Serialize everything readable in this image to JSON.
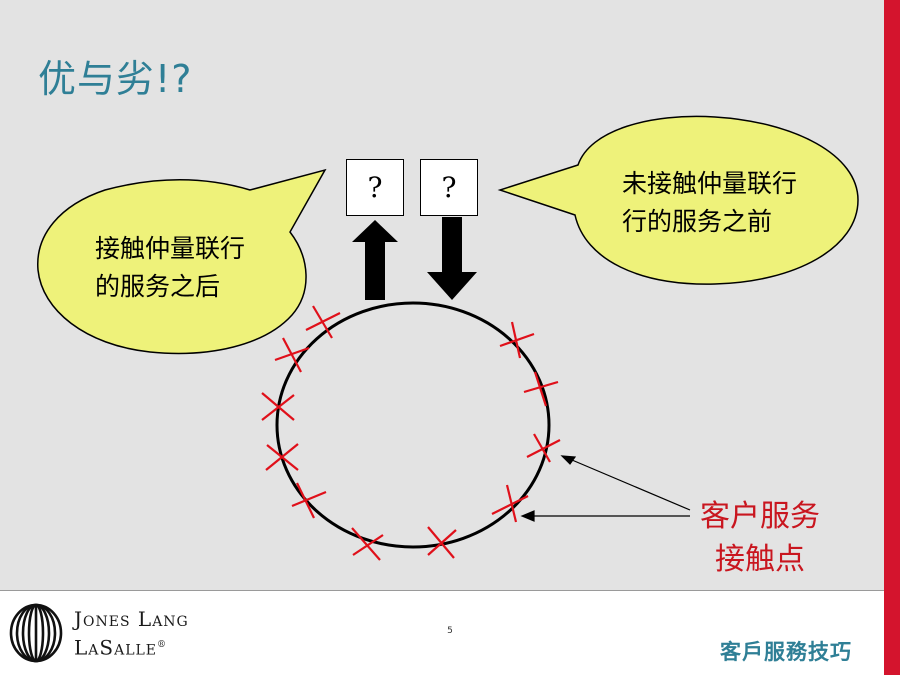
{
  "title": "优与劣!?",
  "boxes": {
    "left": "?",
    "right": "?"
  },
  "bubble_left": {
    "line1": "接触仲量联行",
    "line2": "的服务之后"
  },
  "bubble_right": {
    "line1": "未接触仲量联行",
    "line2": "行的服务之前"
  },
  "touchpoints_label": {
    "line1": "客户服务",
    "line2": "接触点"
  },
  "footer": {
    "brand_line1": "Jones Lang",
    "brand_line2": "LaSalle",
    "registered": "®",
    "page_number": "5",
    "course_title": "客戶服務技巧"
  },
  "colors": {
    "title": "#2f7f96",
    "bubble_fill": "#eef27a",
    "marker": "#e0101a",
    "label": "#c9161f",
    "accent_bar": "#d4142d"
  },
  "icons": [
    "x-marker",
    "up-arrow",
    "down-arrow",
    "pointer-arrow",
    "jll-logo"
  ]
}
